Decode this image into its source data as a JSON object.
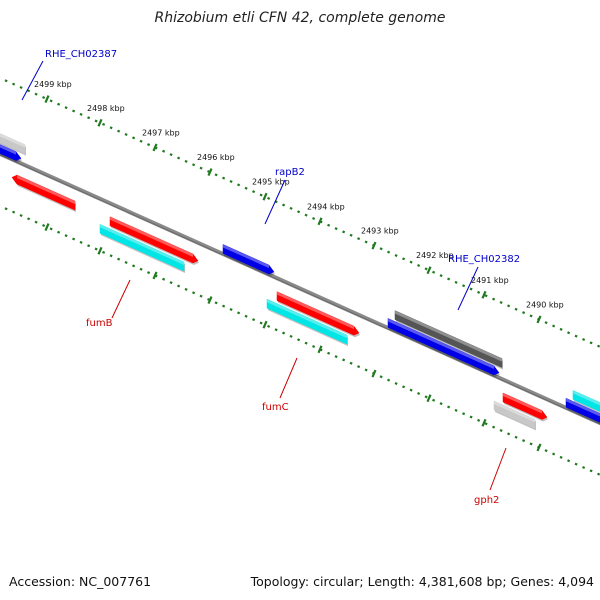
{
  "title": "Rhizobium etli CFN 42, complete genome",
  "footer": {
    "accession": "Accession: NC_007761",
    "summary": "Topology: circular; Length: 4,381,608 bp; Genes: 4,094"
  },
  "colors": {
    "backbone": "#7d7d7d",
    "tick_green": "#1f7a1f",
    "gene_red": "#ff0000",
    "gene_cyan": "#00e5e5",
    "gene_blue": "#0000e6",
    "gene_dark": "#555555",
    "gene_light": "#c8c8c8",
    "label_blue": "#0000cc",
    "label_red": "#cc0000"
  },
  "ticks": [
    {
      "label": "2499 kbp"
    },
    {
      "label": "2498 kbp"
    },
    {
      "label": "2497 kbp"
    },
    {
      "label": "2496 kbp"
    },
    {
      "label": "2495 kbp"
    },
    {
      "label": "2494 kbp"
    },
    {
      "label": "2493 kbp"
    },
    {
      "label": "2492 kbp"
    },
    {
      "label": "2491 kbp"
    },
    {
      "label": "2490 kbp"
    }
  ],
  "genes": [
    {
      "color": "gene_light",
      "strand": "outer"
    },
    {
      "color": "gene_blue",
      "strand": "outer"
    },
    {
      "color": "gene_red",
      "strand": "inner"
    },
    {
      "color": "gene_red",
      "strand": "inner"
    },
    {
      "color": "gene_cyan",
      "strand": "inner"
    },
    {
      "color": "gene_blue",
      "strand": "outer"
    },
    {
      "color": "gene_red",
      "strand": "inner"
    },
    {
      "color": "gene_cyan",
      "strand": "inner"
    },
    {
      "color": "gene_dark",
      "strand": "outer"
    },
    {
      "color": "gene_blue",
      "strand": "outer"
    },
    {
      "color": "gene_red",
      "strand": "inner"
    },
    {
      "color": "gene_light",
      "strand": "inner"
    },
    {
      "color": "gene_cyan",
      "strand": "outer"
    },
    {
      "color": "gene_blue",
      "strand": "outer"
    }
  ],
  "gene_labels": [
    {
      "text": "RHE_CH02387",
      "color": "label_blue"
    },
    {
      "text": "rapB2",
      "color": "label_blue"
    },
    {
      "text": "RHE_CH02382",
      "color": "label_blue"
    },
    {
      "text": "fumB",
      "color": "label_red"
    },
    {
      "text": "fumC",
      "color": "label_red"
    },
    {
      "text": "gph2",
      "color": "label_red"
    }
  ]
}
